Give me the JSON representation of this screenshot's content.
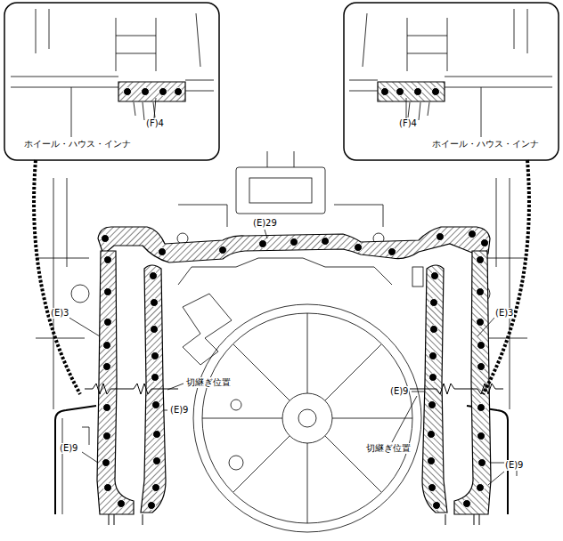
{
  "diagram": {
    "labels": [
      "(F)4",
      "ホイール・ハウス・インナ",
      "(F)4",
      "ホイール・ハウス・インナ",
      "(E)29",
      "(E)3",
      "(E)3",
      "切継ぎ位置",
      "(E)9",
      "(E)9",
      "(E)9",
      "切継ぎ位置",
      "(E)9"
    ]
  }
}
